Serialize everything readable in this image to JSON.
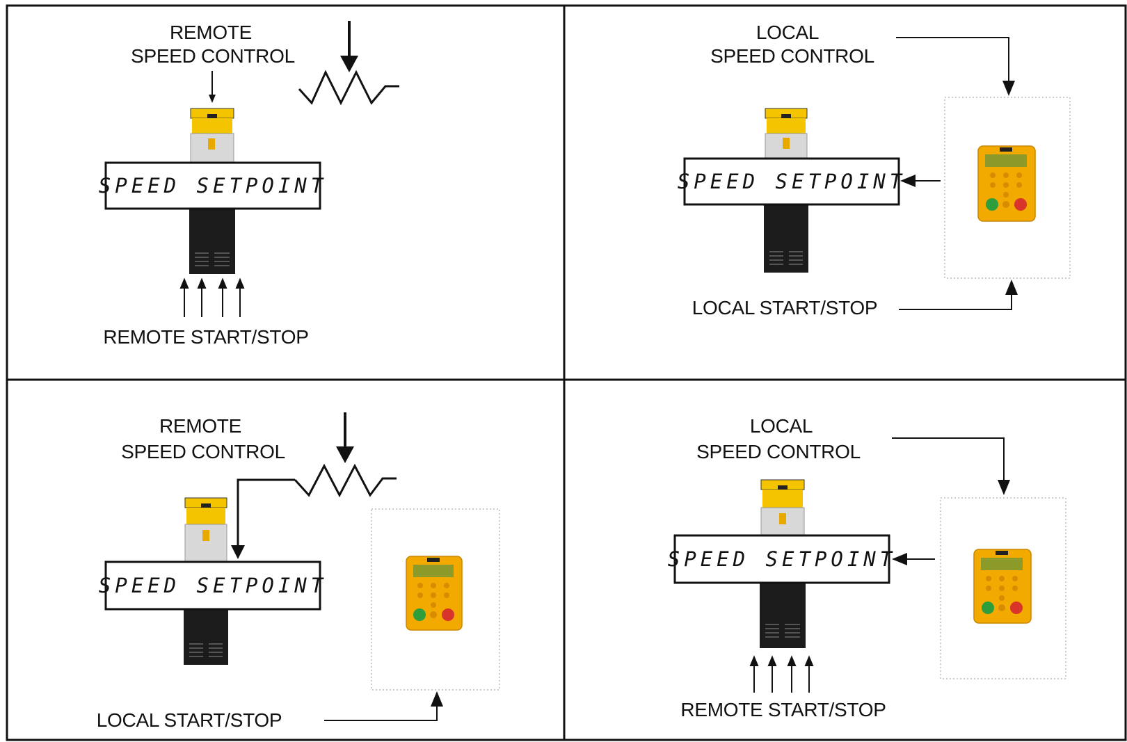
{
  "panels": [
    {
      "id": "remote-speed-remote-start",
      "speed_label_line1": "REMOTE",
      "speed_label_line2": "SPEED CONTROL",
      "display_text": "SPEED SETPOINT",
      "start_stop_label": "REMOTE START/STOP",
      "speed_source": "potentiometer",
      "start_stop_source": "remote-terminals"
    },
    {
      "id": "local-speed-local-start",
      "speed_label_line1": "LOCAL",
      "speed_label_line2": "SPEED CONTROL",
      "display_text": "SPEED SETPOINT",
      "start_stop_label": "LOCAL START/STOP",
      "speed_source": "keypad",
      "start_stop_source": "keypad"
    },
    {
      "id": "remote-speed-local-start",
      "speed_label_line1": "REMOTE",
      "speed_label_line2": "SPEED CONTROL",
      "display_text": "SPEED SETPOINT",
      "start_stop_label": "LOCAL START/STOP",
      "speed_source": "potentiometer",
      "start_stop_source": "keypad"
    },
    {
      "id": "local-speed-remote-start",
      "speed_label_line1": "LOCAL",
      "speed_label_line2": "SPEED CONTROL",
      "display_text": "SPEED SETPOINT",
      "start_stop_label": "REMOTE START/STOP",
      "speed_source": "keypad",
      "start_stop_source": "remote-terminals"
    }
  ],
  "colors": {
    "keypad_body": "#f2a900",
    "keypad_screen": "#8c9a2a",
    "start_button": "#2e9e3c",
    "stop_button": "#d9342b",
    "drive_body": "#1c1c1c",
    "drive_top": "#f5c400",
    "drive_front": "#d8d8d8",
    "line": "#111111"
  }
}
